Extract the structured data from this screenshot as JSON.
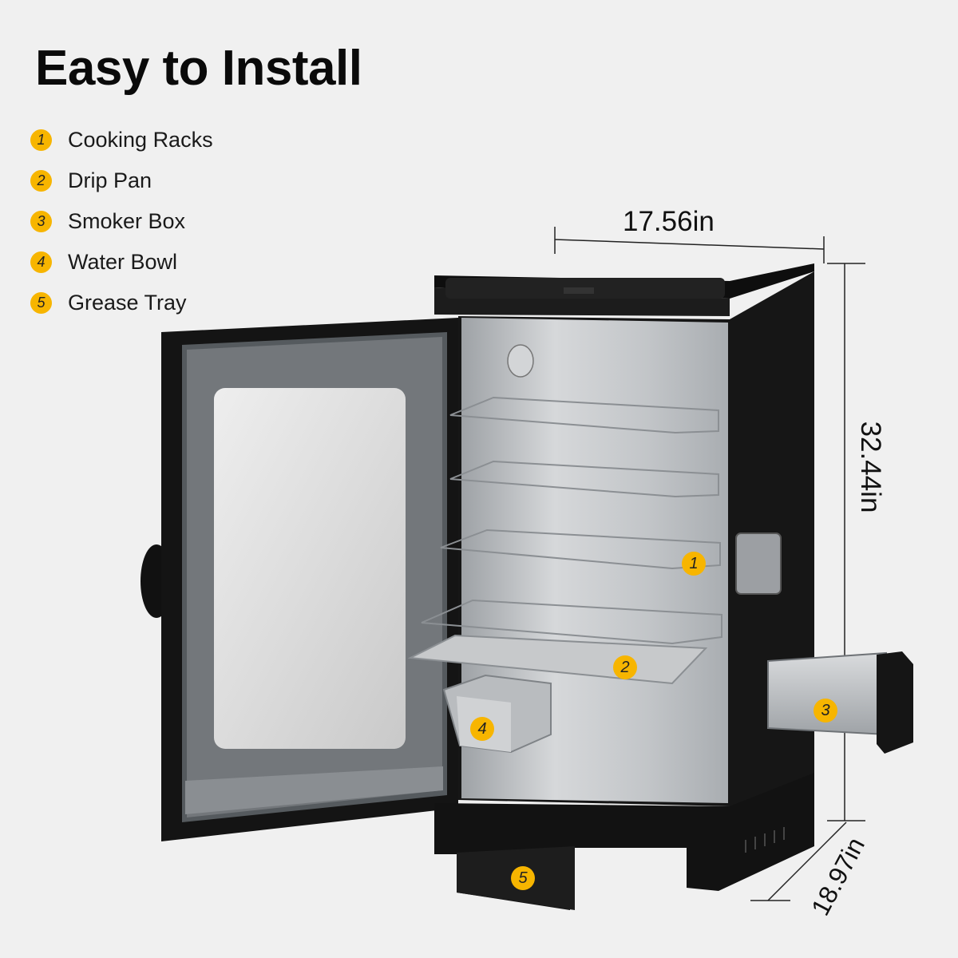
{
  "title": "Easy to Install",
  "legend": [
    {
      "num": "1",
      "label": "Cooking Racks"
    },
    {
      "num": "2",
      "label": "Drip Pan"
    },
    {
      "num": "3",
      "label": "Smoker Box"
    },
    {
      "num": "4",
      "label": "Water Bowl"
    },
    {
      "num": "5",
      "label": "Grease Tray"
    }
  ],
  "dimensions": {
    "width": "17.56in",
    "height": "32.44in",
    "depth": "18.97in"
  },
  "colors": {
    "accent": "#f7b500",
    "body": "#141414",
    "steel": "#c4c7ca",
    "background": "#f0f0f0"
  }
}
